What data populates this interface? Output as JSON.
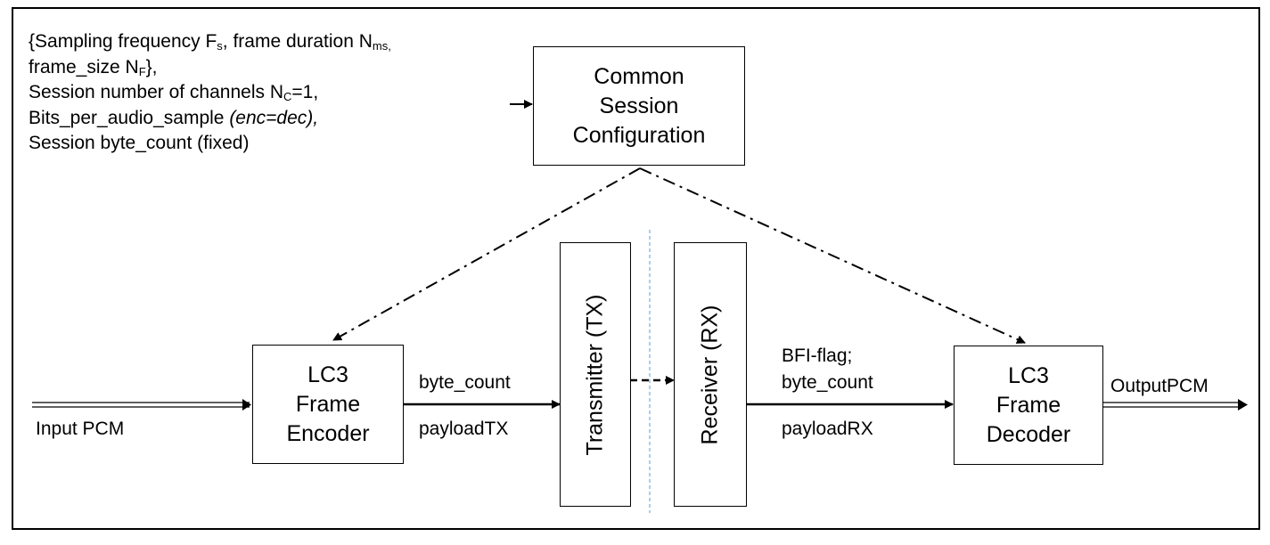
{
  "config_text": {
    "line1_a": "{Sampling frequency F",
    "line1_fs_sub": "s",
    "line1_b": ",  frame duration N",
    "line1_ms_sub": "ms,",
    "line2_a": "frame_size N",
    "line2_f_sub": "F",
    "line2_b": "},",
    "line3_a": "Session number of channels N",
    "line3_c_sub": "C",
    "line3_b": "=1,",
    "line4_a": "Bits_per_audio_sample ",
    "line4_italic": "(enc=dec),",
    "line5": "Session byte_count (fixed)"
  },
  "common_session": {
    "line1": "Common",
    "line2": "Session",
    "line3": "Configuration"
  },
  "encoder": {
    "line1": "LC3",
    "line2": "Frame",
    "line3": "Encoder"
  },
  "decoder": {
    "line1": "LC3",
    "line2": "Frame",
    "line3": "Decoder"
  },
  "transmitter": "Transmitter (TX)",
  "receiver": "Receiver (RX)",
  "labels": {
    "input_pcm": "Input PCM",
    "output_pcm": "OutputPCM",
    "tx_byte_count": "byte_count",
    "tx_payload": "payloadTX",
    "rx_bfi": "BFI-flag;",
    "rx_byte_count": "byte_count",
    "rx_payload": "payloadRX"
  }
}
